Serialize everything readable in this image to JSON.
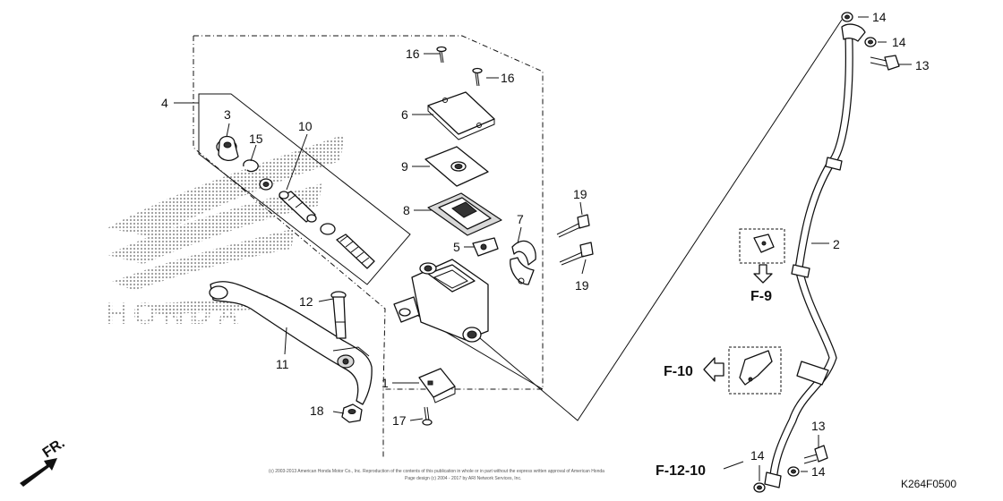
{
  "callouts": {
    "c1": "1",
    "c2": "2",
    "c3": "3",
    "c4": "4",
    "c5": "5",
    "c6": "6",
    "c7": "7",
    "c8": "8",
    "c9": "9",
    "c10": "10",
    "c11": "11",
    "c12": "12",
    "c13a": "13",
    "c13b": "13",
    "c14a": "14",
    "c14b": "14",
    "c14c": "14",
    "c14d": "14",
    "c15": "15",
    "c16a": "16",
    "c16b": "16",
    "c17": "17",
    "c18": "18",
    "c19a": "19",
    "c19b": "19"
  },
  "refs": {
    "f9": "F-9",
    "f10": "F-10",
    "f1210": "F-12-10"
  },
  "direction_label": "FR.",
  "diagram_code": "K264F0500",
  "copyright": {
    "line1": "(c) 2003-2013 American Honda Motor Co., Inc. Reproduction of the contents of this publication in whole or in part without the express written approval of American Honda",
    "line2": "Page design (c) 2004 - 2017 by ARI Network Services, Inc."
  },
  "watermark_text": "HONDA"
}
